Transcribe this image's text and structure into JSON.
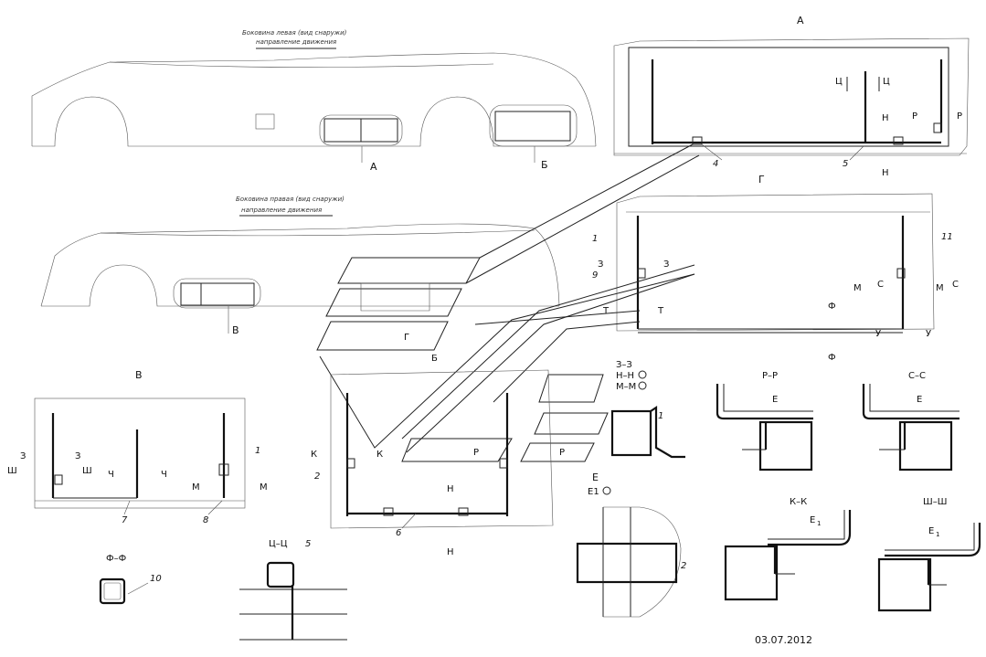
{
  "captions": {
    "left_side": "Боковина левая (вид снаружи)",
    "right_side": "Боковина правая (вид снаружи)",
    "direction": "направление движения"
  },
  "views": {
    "A": "А",
    "B": "Б",
    "V": "В",
    "G": "Г",
    "E": "Е"
  },
  "sections": {
    "zz": "З–З",
    "nn": "Н–Н",
    "mm": "М–М",
    "rr": "Р–Р",
    "ss": "С–С",
    "kk": "К–К",
    "shsh": "Ш–Ш",
    "ff": "Ф–Ф",
    "tsts": "Ц–Ц",
    "e1": "Е1"
  },
  "letters": {
    "Ts": "Ц",
    "N": "Н",
    "R": "Р",
    "Z": "З",
    "T": "Т",
    "M": "М",
    "S": "С",
    "U": "У",
    "F": "Ф",
    "K": "К",
    "Sh": "Ш",
    "Ch": "Ч",
    "E": "Е",
    "E1": "Е",
    "sub1": "1"
  },
  "positions": {
    "p1": "1",
    "p2": "2",
    "p3": "3",
    "p4": "4",
    "p5": "5",
    "p6": "6",
    "p7": "7",
    "p8": "8",
    "p9": "9",
    "p10": "10",
    "p11": "11"
  },
  "date": "03.07.2012"
}
